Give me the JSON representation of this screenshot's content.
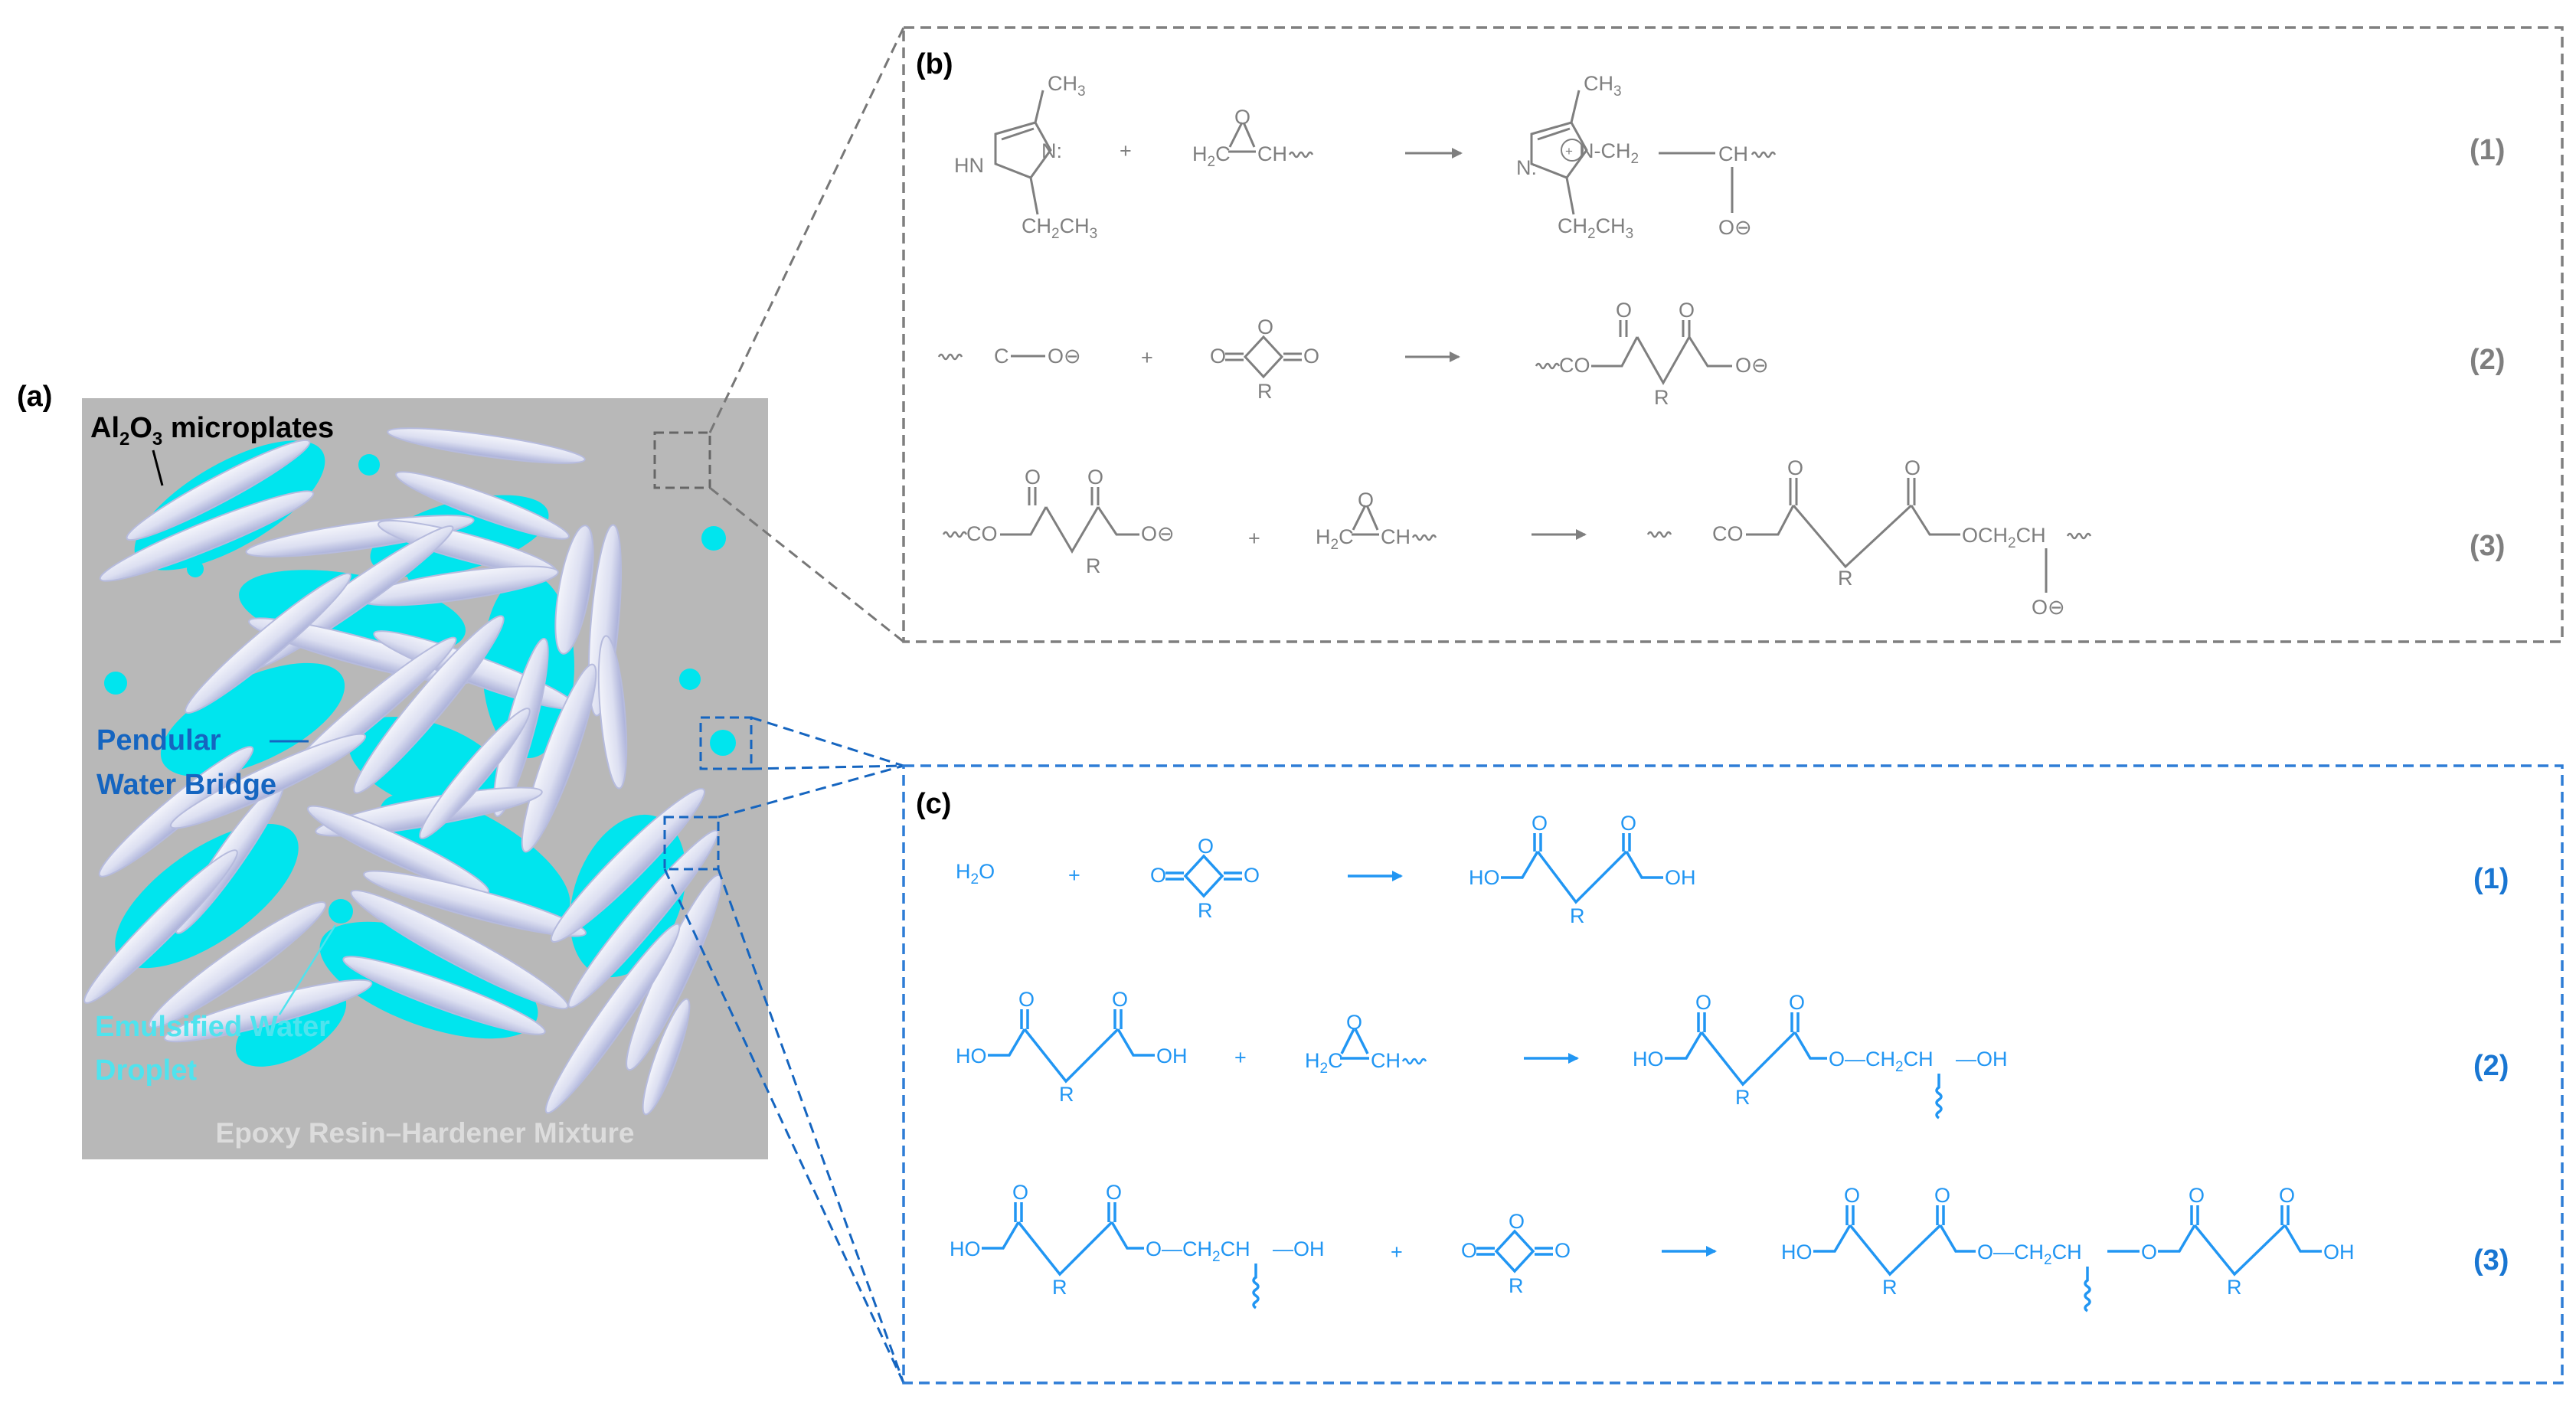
{
  "panel_a": {
    "label": "(a)",
    "microplates_label": "microplates",
    "microplates_formula": {
      "al": "Al",
      "sub1": "2",
      "o": "O",
      "sub2": "3"
    },
    "bridge_label_1": "Pendular",
    "bridge_label_2": "Water Bridge",
    "droplet_label_1": "Emulsified Water",
    "droplet_label_2": "Droplet",
    "mixture_label": "Epoxy Resin–Hardener Mixture",
    "colors": {
      "background": "#b8b8b8",
      "water": "#00e5ee",
      "plate": "#dde0f2",
      "plate_edge": "#a8aed6"
    }
  },
  "panel_b": {
    "label": "(b)",
    "eq_numbers": [
      "(1)",
      "(2)",
      "(3)"
    ],
    "plus": "+",
    "texts": {
      "ch3": "CH3",
      "hn": "HN",
      "n_colon": "N:",
      "h2c": "H2C",
      "ch": "CH",
      "o": "O",
      "ch2ch3": "CH2CH3",
      "n_ch2": "N-CH2",
      "n_plus": "N:",
      "oxide": "O⊖",
      "c": "C",
      "co": "CO",
      "r": "R",
      "och2ch": "OCH2CH"
    },
    "colors": {
      "frame": "#7f7f7f",
      "chem": "#7f7f7f"
    }
  },
  "panel_c": {
    "label": "(c)",
    "eq_numbers": [
      "(1)",
      "(2)",
      "(3)"
    ],
    "plus": "+",
    "texts": {
      "h2o": "H2O",
      "ho": "HO",
      "oh": "OH",
      "o": "O",
      "r": "R",
      "h2c": "H2C",
      "ch": "CH",
      "o_ch2ch": "O—CH2CH",
      "oh_tail": "—OH"
    },
    "colors": {
      "frame": "#2e7dd6",
      "chem": "#2196f3"
    }
  }
}
